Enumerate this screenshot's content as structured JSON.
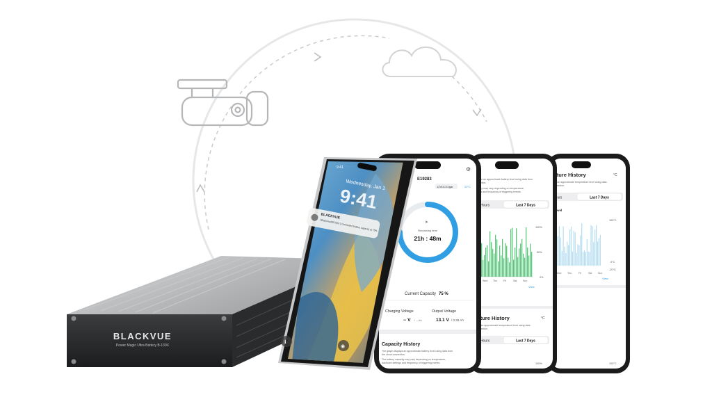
{
  "battery": {
    "brand": "BLACKVUE",
    "model_line": "Power Magic Ultra Battery B-130X"
  },
  "lock_screen": {
    "status_time": "9:41",
    "date": "Wednesday, Jan 1",
    "time": "9:41",
    "notification": {
      "app": "BLACKVUE",
      "text": "[ BlackVueDR750X ] Connected battery capacity at 75%"
    }
  },
  "app_main": {
    "device_id": "E19283",
    "badge_left": "12VDC/Cigar",
    "badge_right": "20°C",
    "remaining_label": "Remaining time",
    "remaining_value": "21h : 48m",
    "gauge_percent": 75,
    "capacity_label": "Current Capacity",
    "capacity_value": "75 %",
    "charging_label": "Charging Voltage",
    "charging_value": "-- V",
    "charging_unit": "/ -- Ah",
    "output_label": "Output Voltage",
    "output_value": "13.1 V",
    "output_unit": "/ 0.28 Ah",
    "history_title": "Capacity History",
    "history_desc_1": "The graph displays an approximate battery level using data from",
    "history_desc_2": "the cloud connection.",
    "history_desc_3": "The battery capacity may vary depending on temperature,",
    "history_desc_4": "dashcam settings and frequency of triggering events."
  },
  "app_capacity": {
    "desc_1": "displays an approximate battery level using data from",
    "desc_2": "connection.",
    "desc_3": "capacity may vary depending on temperature,",
    "desc_4": "settings and frequency of triggering events.",
    "tab_left": "24 Hours",
    "tab_right": "Last 7 Days",
    "y_top": "100%",
    "y_mid": "50%",
    "y_bottom": "0%",
    "days": [
      "Wed",
      "Thu",
      "Fri",
      "Sat",
      "Sun"
    ],
    "link": "View",
    "section_title": "Temperature History",
    "section_desc_1": "The graph displays an approximate temperature level using data",
    "section_desc_2": "from the cloud connection.",
    "unit_toggle": "°C",
    "tab2_left": "24 Hours",
    "tab2_right": "Last 7 Days",
    "level_label": "Battery Level",
    "y2_top": "100%"
  },
  "app_temperature": {
    "title": "Temperature History",
    "unit_toggle": "°C",
    "desc_1": "The graph displays an approximate temperature level using data",
    "desc_2": "from the cloud connection.",
    "tab_left": "24 Hours",
    "tab_right": "Last 7 Days",
    "level_label": "Battery Level",
    "y_top": "100°C",
    "y_mid": "0°C",
    "y_low": "-20°C",
    "days": [
      "Wed",
      "Thu",
      "Fri",
      "Sat",
      "Sun"
    ],
    "link": "View",
    "y2_top": "100°C"
  },
  "colors": {
    "gauge_blue": "#2f9ee3",
    "bar_green": "#5cc57e",
    "bar_lightblue": "#b5ddf1",
    "phone_frame": "#161617"
  }
}
